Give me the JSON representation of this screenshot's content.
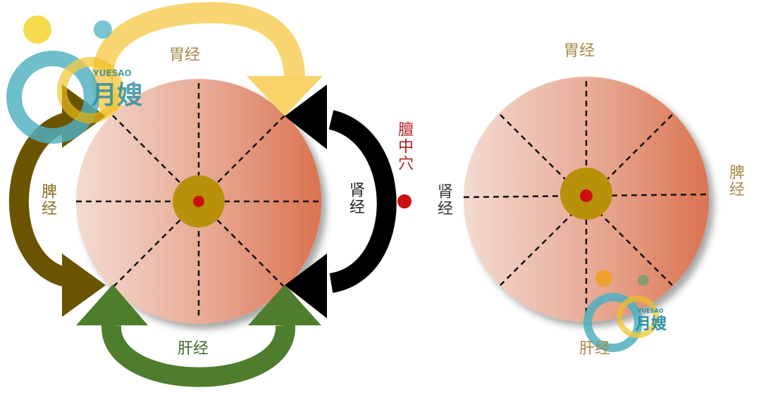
{
  "left_diagram": {
    "top_label": "胃经",
    "left_label": "脾经",
    "right_label": "肾经",
    "bottom_label": "肝经",
    "point_label": "膻中穴"
  },
  "right_diagram": {
    "top_label": "胃经",
    "left_label": "肾经",
    "right_label": "脾经",
    "bottom_label": "肝经"
  },
  "watermark": {
    "brand_en": "YUESAO",
    "brand_cn": "月嫂"
  },
  "colors": {
    "stomach": "#f9d36a",
    "spleen": "#6b5400",
    "kidney": "#000000",
    "liver": "#4f7d2e",
    "center": "#b8900a",
    "point": "#cc1010",
    "circle_light": "#f0d6cc",
    "circle_dark": "#dc7a55",
    "label_tan": "#a8894a"
  }
}
